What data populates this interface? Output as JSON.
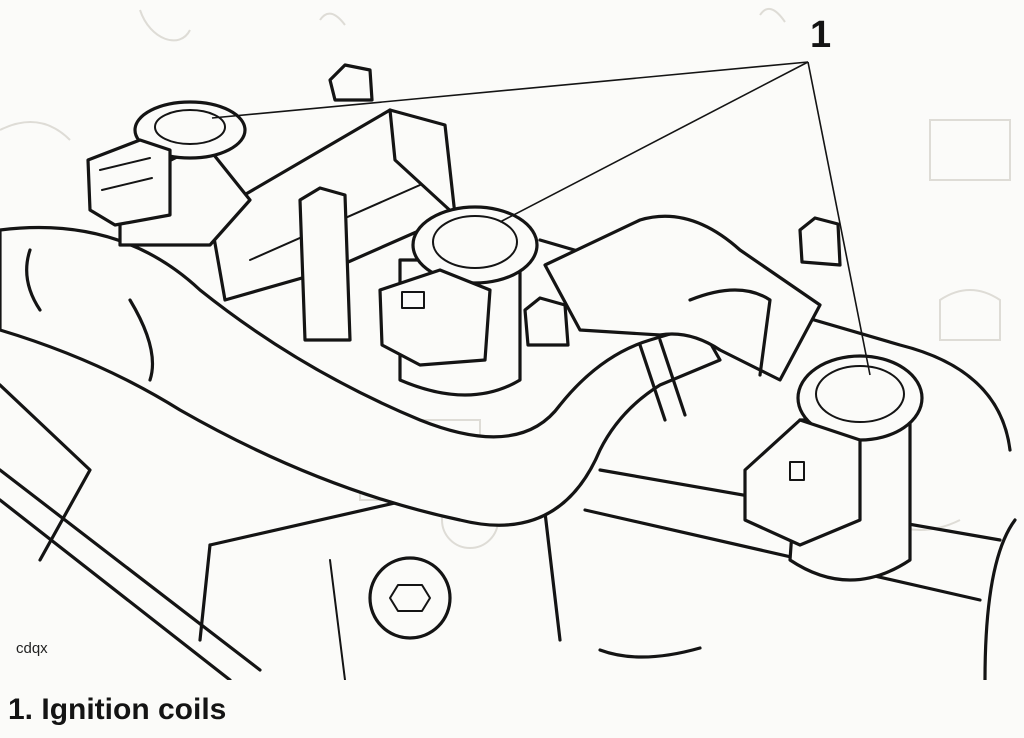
{
  "figure": {
    "callout_number": "1",
    "code": "cdqx",
    "caption": "1. Ignition coils"
  },
  "colors": {
    "background": "#fbfbf9",
    "ink": "#141414",
    "bleed_through": "#dedcd6"
  }
}
